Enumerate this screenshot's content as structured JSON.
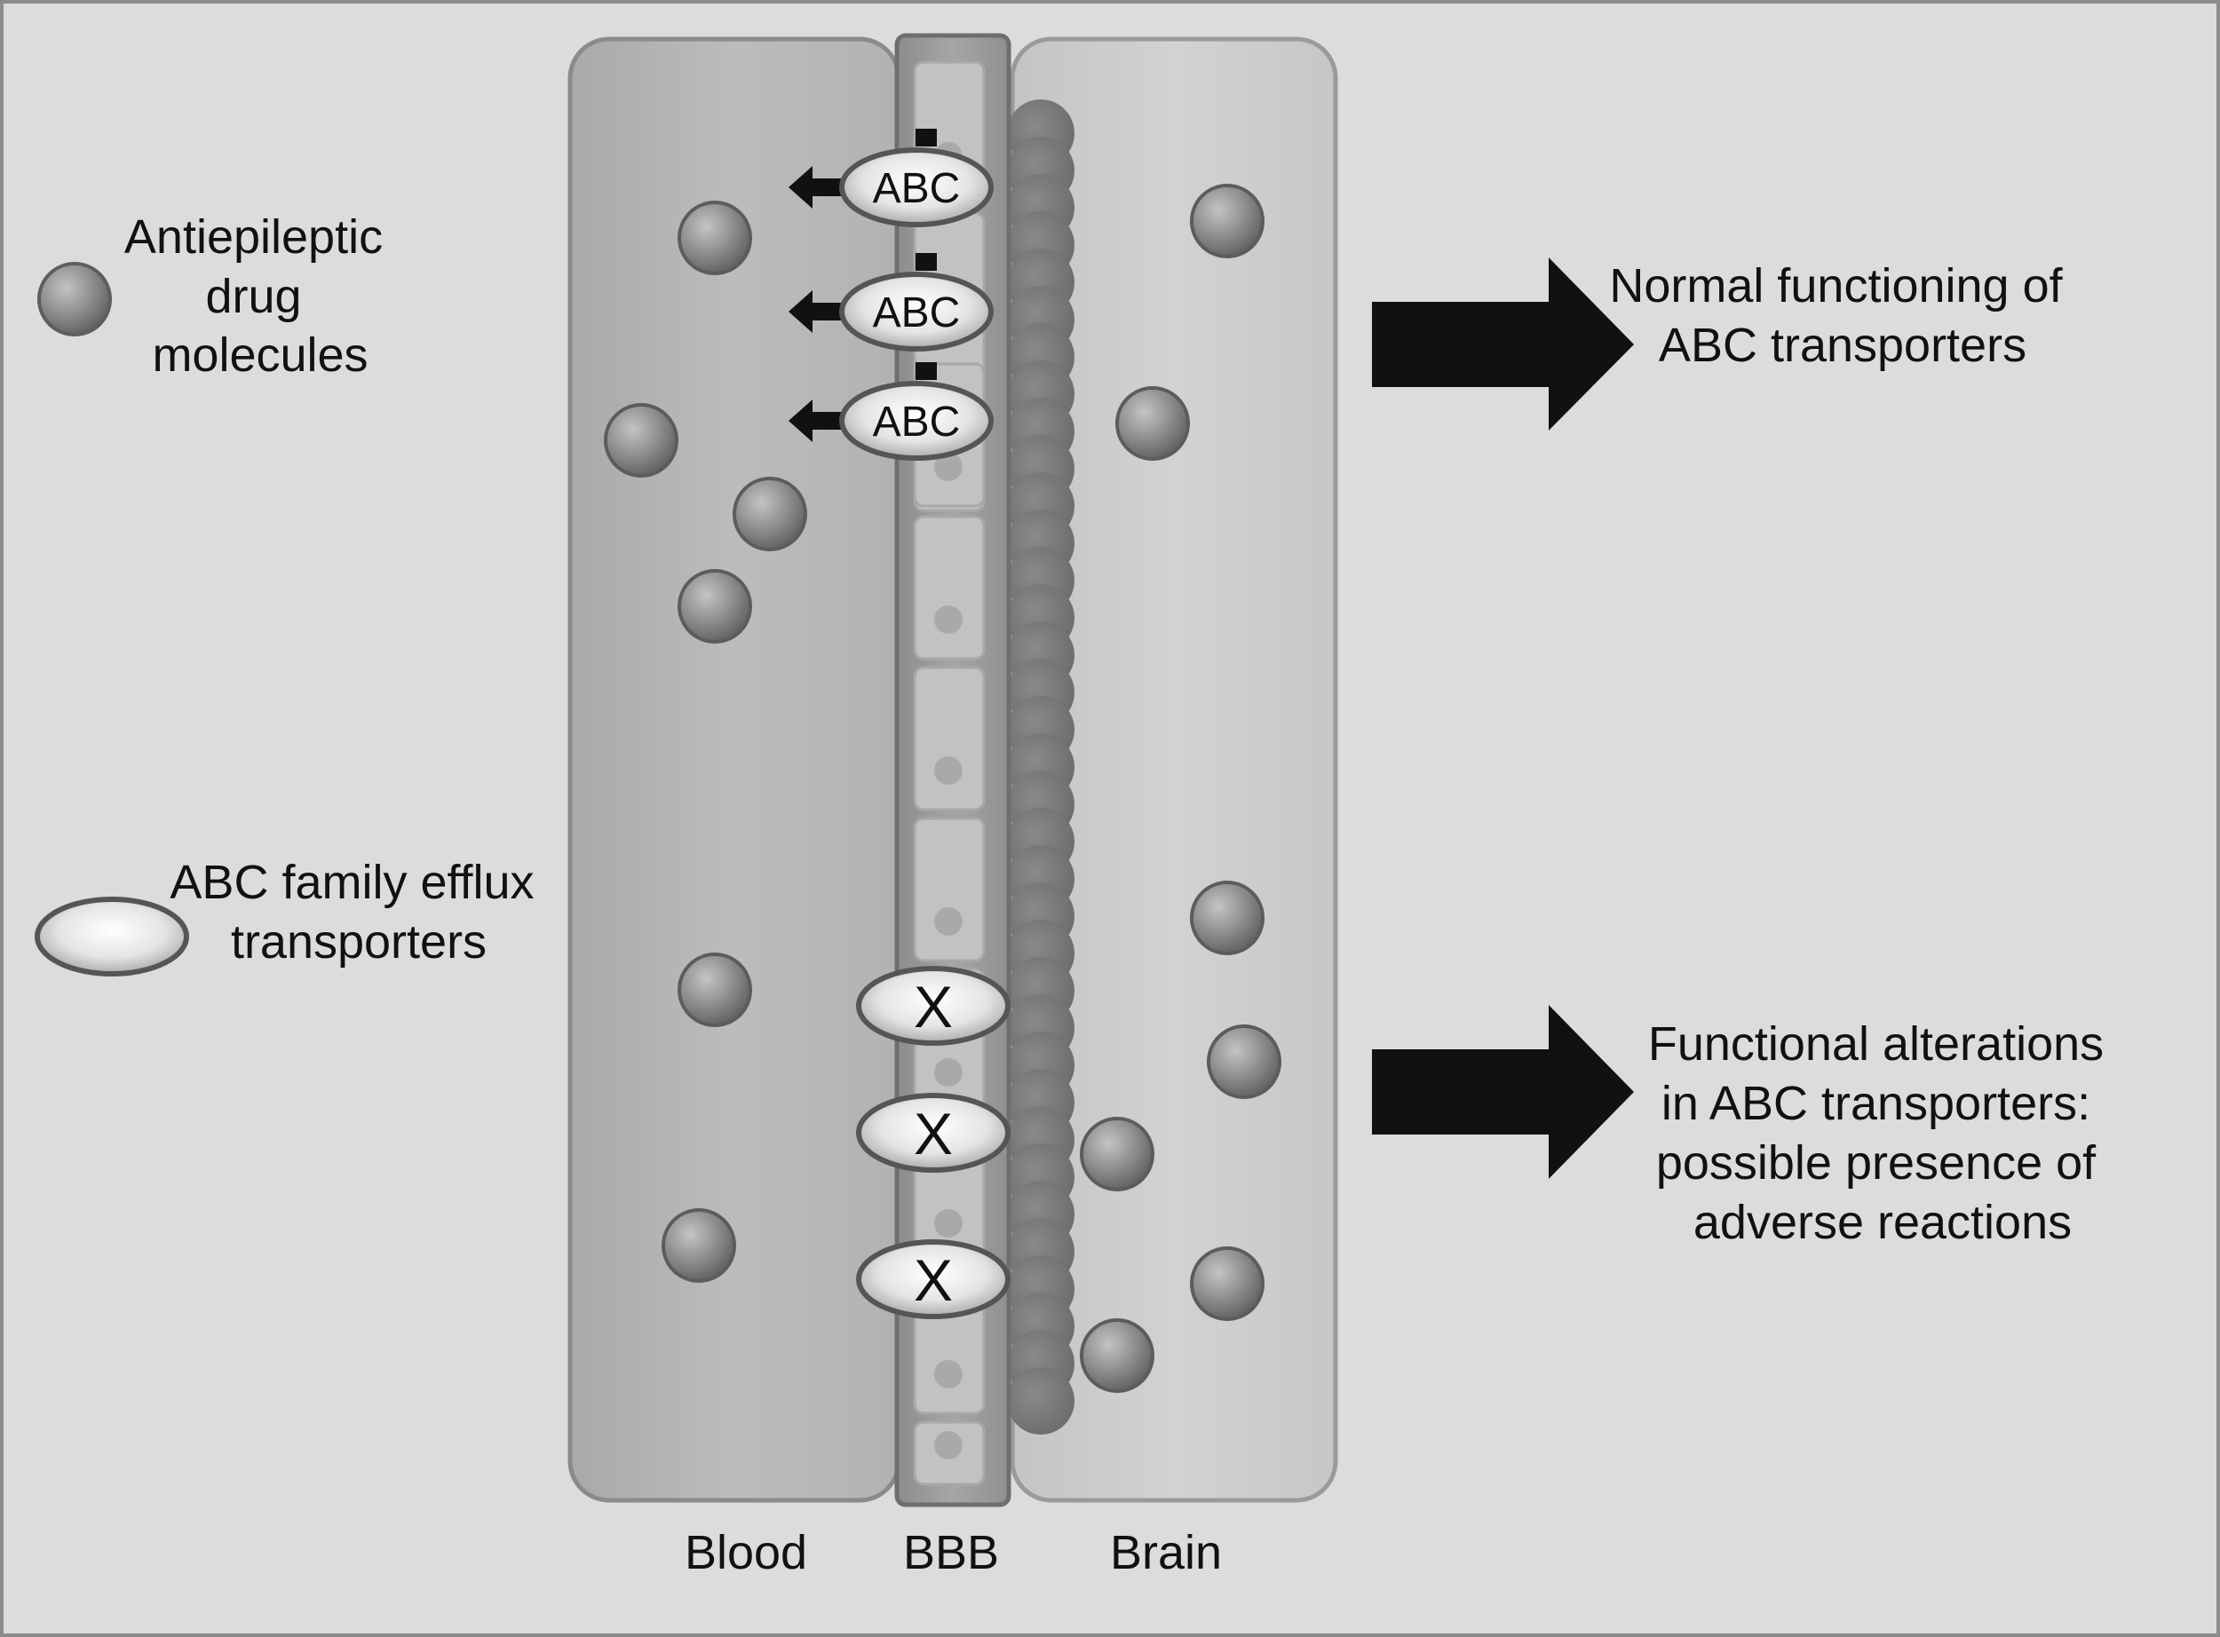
{
  "legend": {
    "drug_label": [
      "Antiepileptic",
      "drug",
      "molecules"
    ],
    "transporter_label": [
      "ABC family efflux",
      "transporters"
    ]
  },
  "columns": {
    "blood": "Blood",
    "bbb": "BBB",
    "brain": "Brain"
  },
  "transporters": {
    "functional_label": "ABC",
    "defective_label": "X",
    "functional_count": 3,
    "defective_count": 3
  },
  "outcomes": {
    "normal": [
      "Normal functioning of",
      "ABC transporters"
    ],
    "altered": [
      "Functional alterations",
      "in ABC transporters:",
      "possible presence of",
      "adverse reactions"
    ]
  },
  "colors": {
    "background": "#dcdcdc",
    "panel": "#b9b9b9",
    "barrier": "#999999",
    "arrow": "#111111",
    "molecule": "#8a8a8a"
  }
}
